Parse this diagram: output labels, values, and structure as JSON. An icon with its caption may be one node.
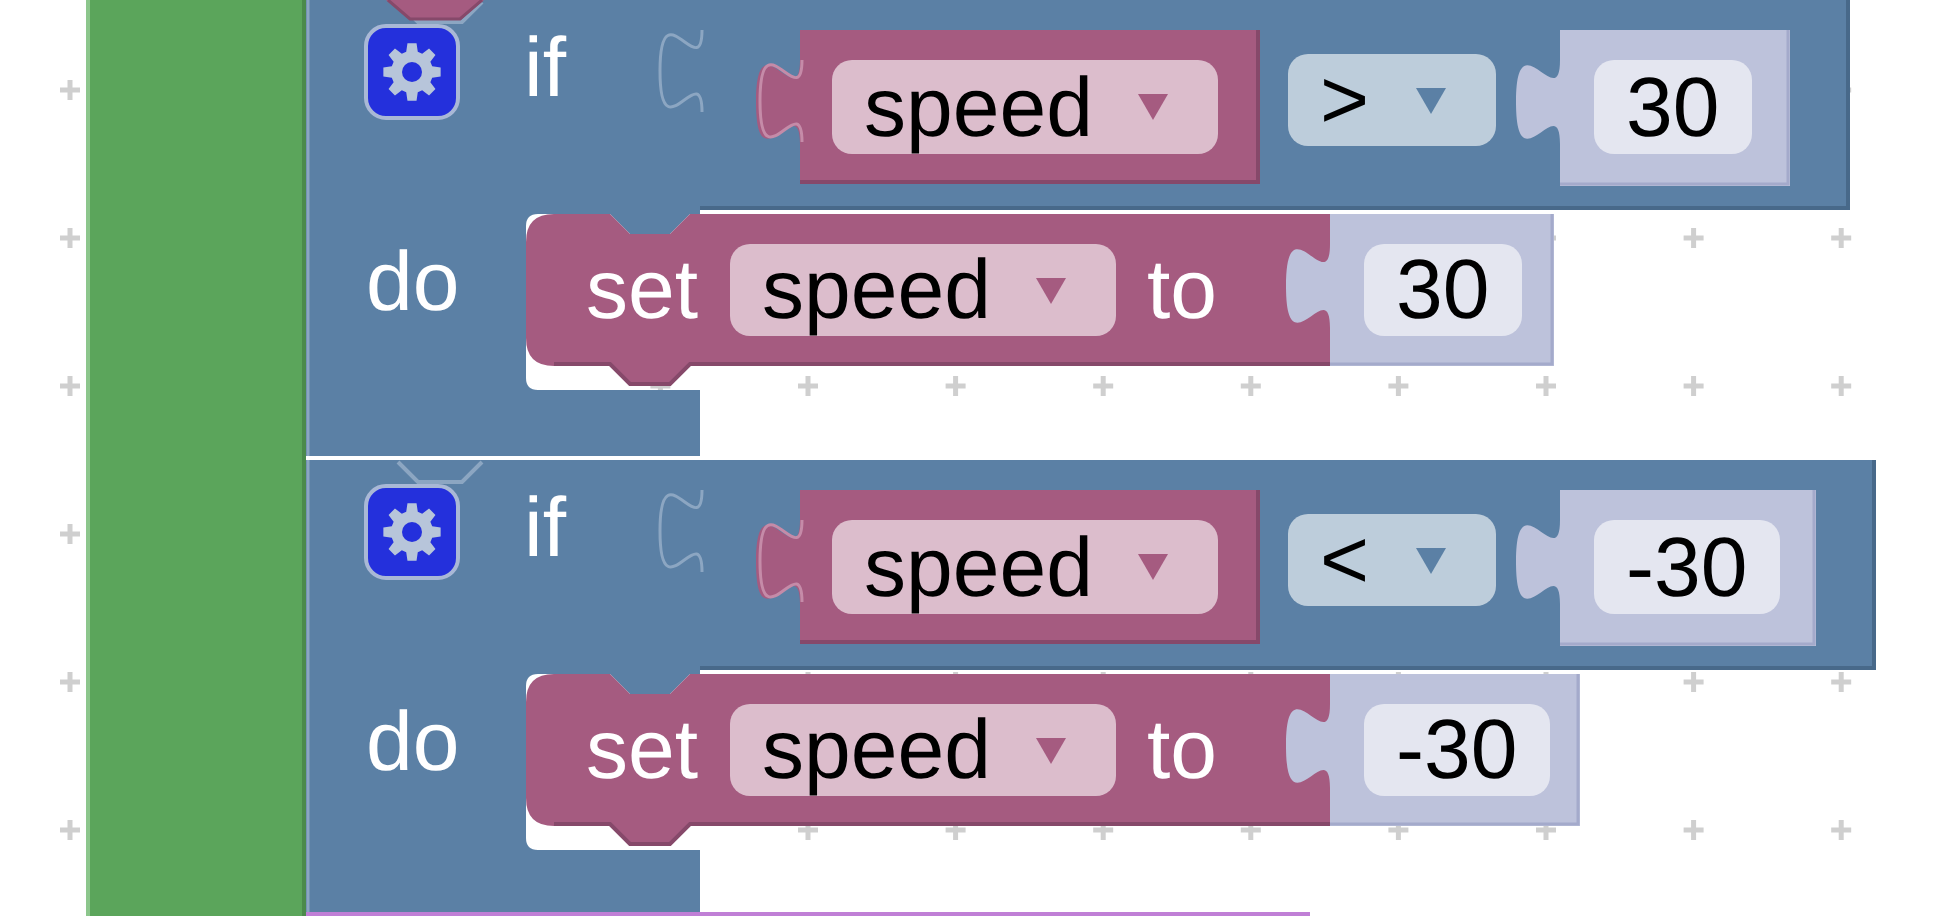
{
  "diagram": {
    "nodes": [
      {
        "text": [
          "if",
          "do"
        ]
      },
      {
        "text": [
          ">"
        ]
      },
      {
        "text": [
          "speed"
        ],
        "in": 1
      },
      {
        "text": [
          "30"
        ],
        "in": 1
      },
      {
        "text": [
          "set",
          "speed",
          "to"
        ]
      },
      {
        "text": [
          "30"
        ]
      },
      {
        "text": [
          "if",
          "do"
        ]
      },
      {
        "text": [
          "<"
        ]
      },
      {
        "text": [
          "speed"
        ],
        "in": 7
      },
      {
        "text": [
          "-30"
        ],
        "in": 7
      },
      {
        "text": [
          "set",
          "speed",
          "to"
        ]
      },
      {
        "text": [
          "-30"
        ]
      },
      {
        "text": [],
        "shape": "bar"
      }
    ]
  }
}
